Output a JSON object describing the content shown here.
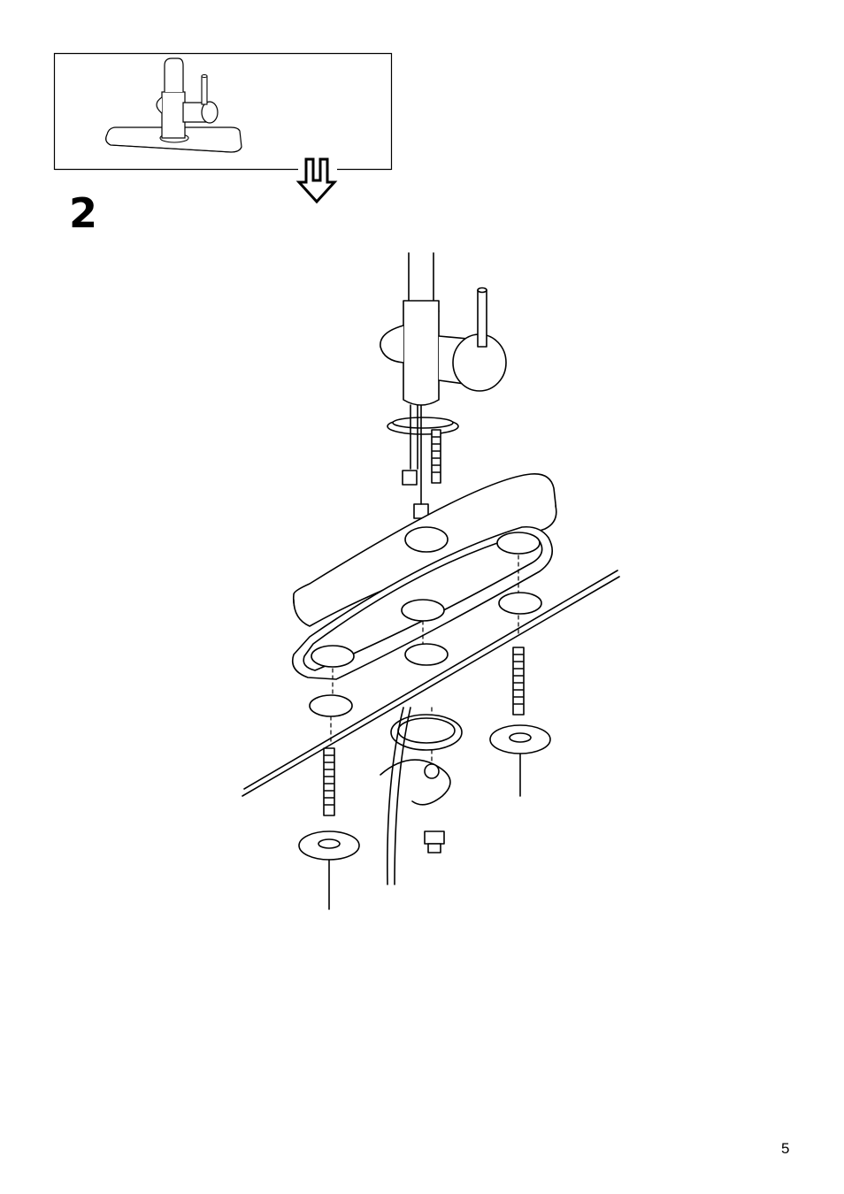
{
  "step": {
    "number": "2"
  },
  "page": {
    "number": "5"
  },
  "icons": {
    "preview": "faucet-preview-icon",
    "arrow": "arrow-down-icon",
    "illustration": "faucet-assembly-illustration"
  }
}
